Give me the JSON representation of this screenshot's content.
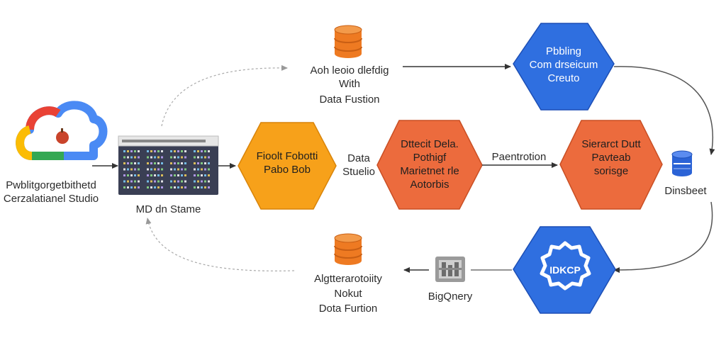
{
  "nodes": {
    "source": {
      "label_line1": "Pwblitgorgetbithetd",
      "label_line2": "Cerzalatianel Studio"
    },
    "md_storage": {
      "label": "MD dn Stame"
    },
    "ingest": {
      "line1": "Aoh leoio dlefdig",
      "line2": "With",
      "line3": "Data Fustion"
    },
    "publish": {
      "line1": "Pbbling",
      "line2": "Com drseicum",
      "line3": "Creuto"
    },
    "hex_orange": {
      "line1": "Fioolt Fobotti",
      "line2": "Pabo Bob"
    },
    "data_studio_label": {
      "line1": "Data",
      "line2": "Stuelio"
    },
    "hex_center": {
      "line1": "Dttecit Dela.",
      "line2": "Pothigf",
      "line3": "Marietnet rle",
      "line4": "Aotorbis"
    },
    "partition_label": {
      "label": "Paentrotion"
    },
    "hex_right": {
      "line1": "Sierarct Dutt",
      "line2": "Pavteab",
      "line3": "sorisge"
    },
    "database": {
      "label": "Dinsbeet"
    },
    "hex_blue_bottom": {
      "label": "IDKCP"
    },
    "bigquery": {
      "label": "BigQnery"
    },
    "alt_fusion": {
      "line1": "Algtterarotoiity",
      "line2": "Nokut",
      "line3": "Dota Furtion"
    }
  },
  "colors": {
    "orange": "#f7a11a",
    "red_orange": "#ec6b3d",
    "blue": "#2f6fe0",
    "db_orange": "#ee7a22",
    "db_blue": "#2b63d6",
    "screen_dark": "#3a3f54"
  }
}
